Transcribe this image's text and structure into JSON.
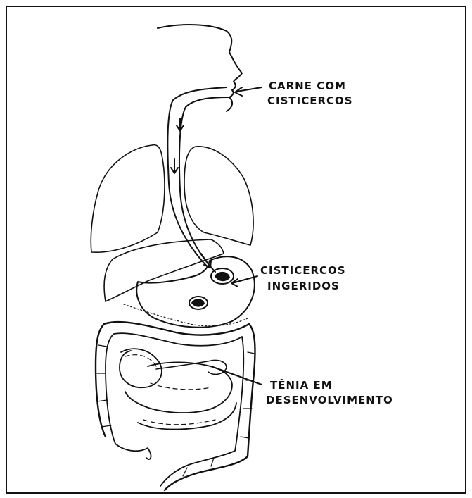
{
  "labels": {
    "carne_line1": "CARNE COM",
    "carne_line2": "CISTICERCOS",
    "ingeridos_line1": "CISTICERCOS",
    "ingeridos_line2": "INGERIDOS",
    "tenia_line1": "TÊNIA EM",
    "tenia_line2": "DESENVOLVIMENTO"
  }
}
